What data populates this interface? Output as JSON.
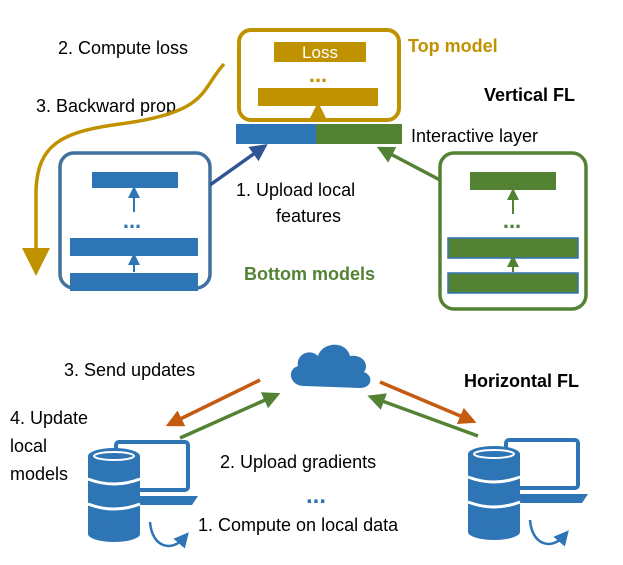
{
  "vertical": {
    "title": "Vertical FL",
    "top_model_label": "Top model",
    "loss_label": "Loss",
    "dots": "...",
    "interactive_layer_label": "Interactive layer",
    "bottom_models_label": "Bottom models",
    "step_compute_loss": "2. Compute loss",
    "step_backward": "3. Backward prop",
    "step_upload_line1": "1.   Upload local",
    "step_upload_line2": "features"
  },
  "horizontal": {
    "title": "Horizontal FL",
    "step_send_updates": "3. Send updates",
    "step_update_line1": "4. Update",
    "step_update_line2": "local",
    "step_update_line3": "models",
    "step_upload_gradients": "2. Upload gradients",
    "dots": "...",
    "step_compute_local": "1. Compute on local data"
  },
  "colors": {
    "blue": "#2e75b6",
    "blue_frame": "#41719c",
    "green": "#548235",
    "gold": "#c09200",
    "orange": "#c55a11",
    "text": "#000000"
  },
  "icons": [
    "cloud-icon",
    "database-icon",
    "laptop-icon",
    "refresh-arrow-icon"
  ]
}
